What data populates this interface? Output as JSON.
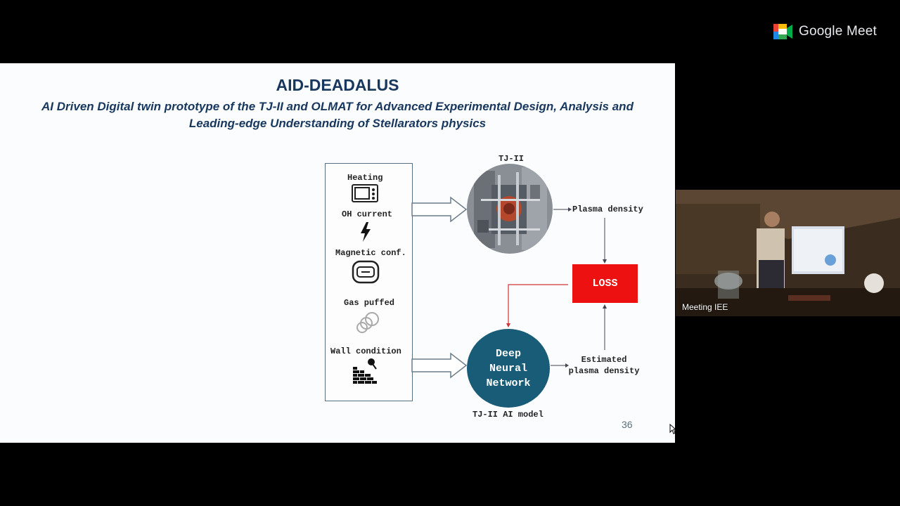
{
  "app": {
    "brand_name": "Google Meet"
  },
  "slide": {
    "title": "AID-DEADALUS",
    "subtitle_line1": "AI Driven Digital twin prototype of the TJ-II and OLMAT for Advanced Experimental Design, Analysis and",
    "subtitle_line2": "Leading-edge Understanding of Stellarators physics",
    "page_number": "36",
    "diagram": {
      "inputs": [
        "Heating",
        "OH current",
        "Magnetic conf.",
        "Gas puffed",
        "Wall condition"
      ],
      "device_label": "TJ-II",
      "output_label": "Plasma density",
      "loss_label": "LOSS",
      "model_line1": "Deep",
      "model_line2": "Neural",
      "model_line3": "Network",
      "model_caption": "TJ-II AI model",
      "estimate_line1": "Estimated",
      "estimate_line2": "plasma density"
    }
  },
  "participant": {
    "name": "Meeting IEE"
  },
  "colors": {
    "title": "#17375e",
    "loss": "#ee1111",
    "dnn": "#195c78",
    "feedback_arrow": "#d0343a"
  }
}
